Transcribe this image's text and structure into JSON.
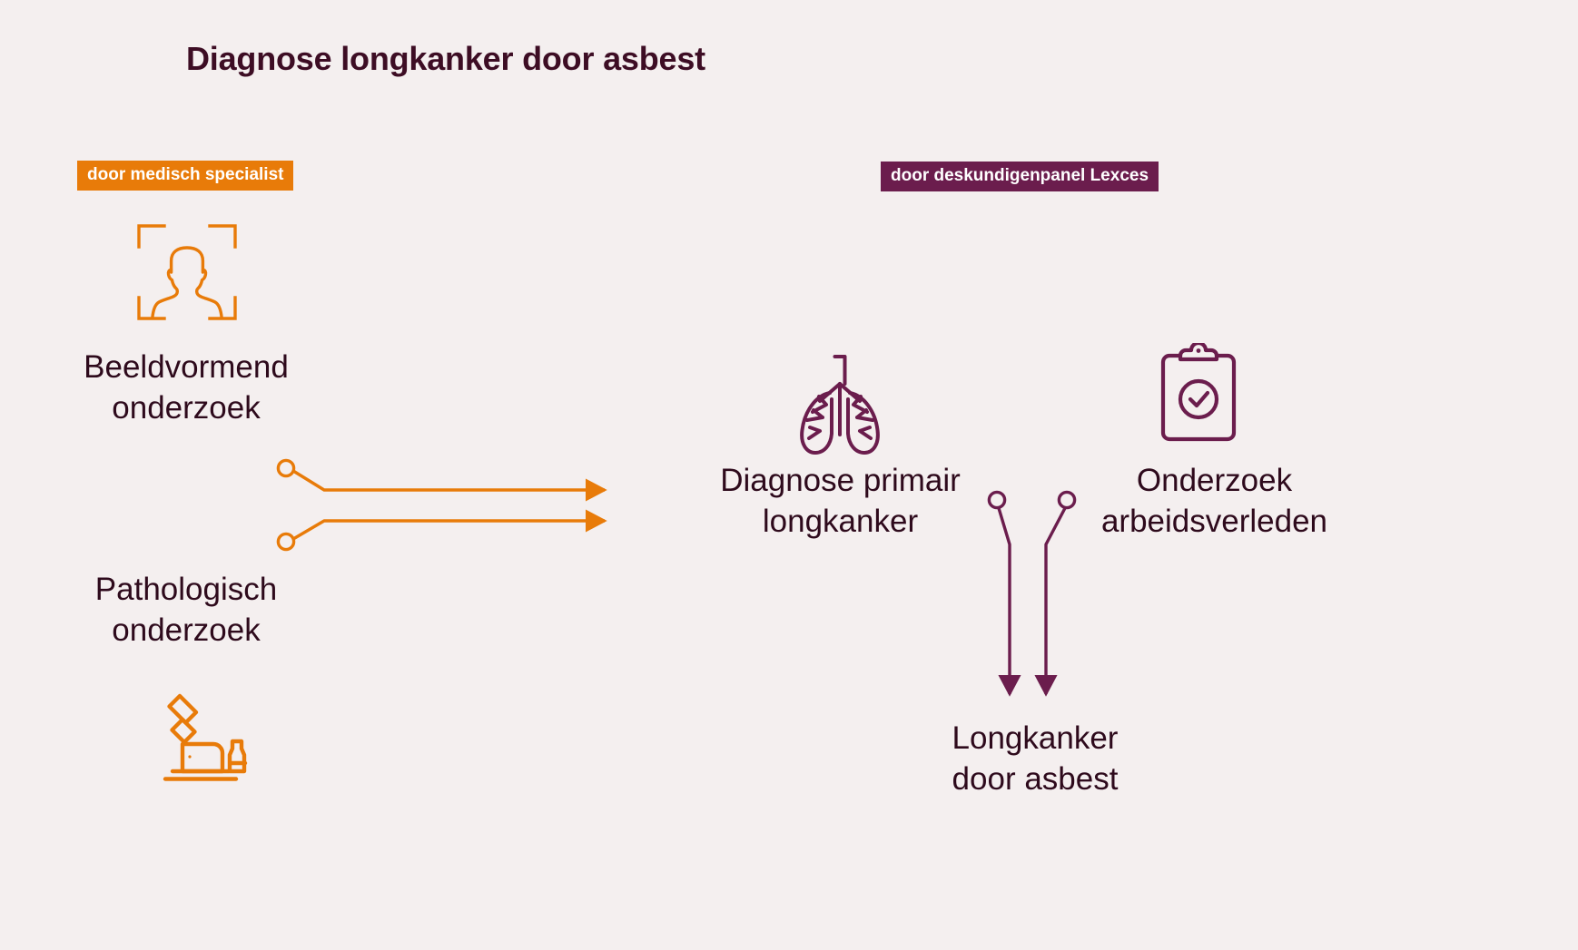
{
  "title": "Diagnose longkanker door asbest",
  "colors": {
    "background": "#f4efef",
    "title_text": "#3d0d24",
    "body_text": "#2e0a1c",
    "orange": "#e87b09",
    "purple": "#6b1d4d",
    "badge_text": "#ffffff"
  },
  "badges": [
    {
      "id": "specialist",
      "label": "door medisch specialist",
      "color": "#e87b09"
    },
    {
      "id": "panel",
      "label": "door deskundigenpanel Lexces",
      "color": "#6b1d4d"
    }
  ],
  "nodes": [
    {
      "id": "imaging",
      "label": "Beeldvormend\nonderzoek",
      "icon": "body-scan-icon",
      "group": "specialist"
    },
    {
      "id": "pathology",
      "label": "Pathologisch\nonderzoek",
      "icon": "microscope-icon",
      "group": "specialist"
    },
    {
      "id": "diagnosis",
      "label": "Diagnose primair\nlongkanker",
      "icon": "lungs-icon",
      "group": "panel"
    },
    {
      "id": "work_history",
      "label": "Onderzoek\narbeidsverleden",
      "icon": "clipboard-check-icon",
      "group": "panel"
    },
    {
      "id": "outcome",
      "label": "Longkanker\ndoor asbest",
      "icon": null,
      "group": "panel"
    }
  ],
  "icons": {
    "body_scan": "body-scan-icon",
    "microscope": "microscope-icon",
    "lungs": "lungs-icon",
    "clipboard_check": "clipboard-check-icon"
  },
  "connectors": [
    {
      "from": "imaging",
      "to": "diagnosis",
      "color": "#e87b09",
      "style": "dot-to-arrow",
      "direction": "right"
    },
    {
      "from": "pathology",
      "to": "diagnosis",
      "color": "#e87b09",
      "style": "dot-to-arrow",
      "direction": "right"
    },
    {
      "from": "diagnosis",
      "to": "outcome",
      "color": "#6b1d4d",
      "style": "dot-to-arrow",
      "direction": "down"
    },
    {
      "from": "work_history",
      "to": "outcome",
      "color": "#6b1d4d",
      "style": "dot-to-arrow",
      "direction": "down"
    }
  ]
}
